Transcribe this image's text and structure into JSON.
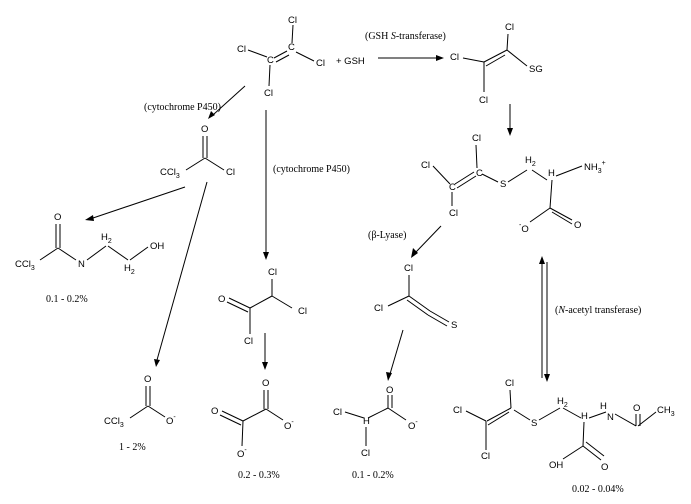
{
  "enzymes": {
    "gst": {
      "pre": "(GSH ",
      "ital": "S",
      "post": "-transferase)"
    },
    "p450_left": "(cytochrome P450)",
    "p450_mid": "(cytochrome P450)",
    "lyase": "(β-Lyase)",
    "nat": {
      "pre": "(",
      "ital": "N",
      "post": "-acetyl transferase)"
    }
  },
  "reagent": "+ GSH",
  "yields": {
    "dcac": "0.1 - 0.2%",
    "tca": "1 - 2%",
    "oxalate": "0.2 - 0.3%",
    "dca": "0.1 - 0.2%",
    "nac": "0.02 - 0.04%"
  },
  "atoms": {
    "cl": "Cl",
    "c": "C",
    "s": "S",
    "o": "O",
    "sg": "SG",
    "ccl3": "CCl",
    "three": "3",
    "h": "H",
    "h2": "H",
    "two": "2",
    "nh3": "NH",
    "plus": "+",
    "minus": "-",
    "n": "N",
    "oh": "OH",
    "ch3": "CH",
    "hn": "H"
  }
}
